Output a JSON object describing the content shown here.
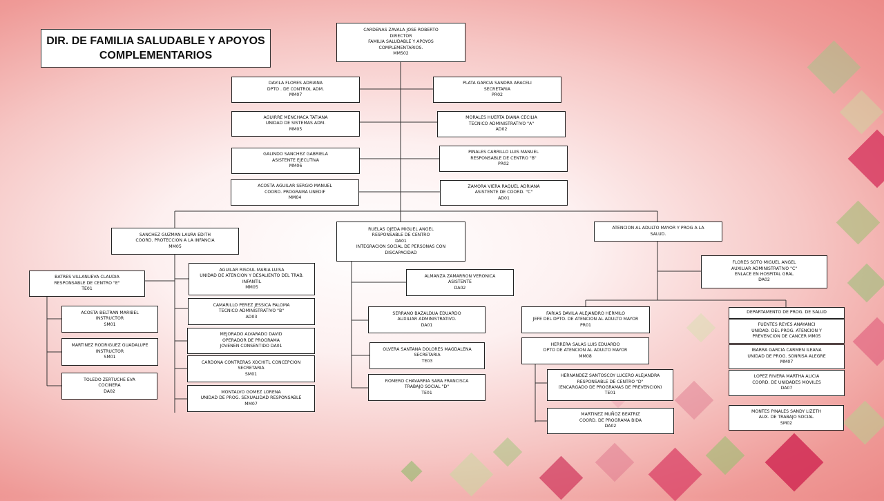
{
  "title": {
    "line1": "DIR. DE FAMILIA SALUDABLE Y APOYOS",
    "line2": "COMPLEMENTARIOS"
  },
  "nodes": {
    "director": [
      "CARDENAS ZAVALA JOSE ROBERTO",
      "DIRECTOR",
      "FAMILIA SALUDABLE Y APOYOS",
      "COMPLEMENTARIOS.",
      "MMS02"
    ],
    "davila": [
      "DAVILA FLORES ADRIANA",
      "DPTO . DE CONTROL ADM.",
      "MM07"
    ],
    "plata": [
      "PLATA GARCIA SANDRA ARACELI",
      "SECRETARIA",
      "PR02"
    ],
    "aguirre": [
      "AGUIRRE MENCHACA TATIANA",
      "UNIDAD DE SISTEMAS ADM.",
      "MM05"
    ],
    "morales": [
      "MORALES HUERTA DIANA CECILIA",
      "TECNICO ADMINISTRATIVO \"A\"",
      "AD02"
    ],
    "galindo": [
      "GALINDO SANCHEZ GABRIELA",
      "ASISTENTE EJECUTIVA",
      "MM06"
    ],
    "pinales": [
      "PINALES CARRILLO LUIS MANUEL",
      "RESPONSABLE DE CENTRO \"B\"",
      "PR02"
    ],
    "acosta_aguilar": [
      "ACOSTA AGUILAR SERGIO MANUEL",
      "COORD. PROGRAMA UNEDIF",
      "MM04"
    ],
    "zamora": [
      "ZAMORA VIERA RAQUEL ADRIANA",
      "ASISTENTE DE COORD. \"C\"",
      "AD01"
    ],
    "sanchez": [
      "SANCHEZ GUZMAN LAURA EDITH",
      "COORD. PROTECCION A LA INFANCIA",
      "MM05"
    ],
    "ruelas": [
      "RUELAS OJEDA MIGUEL ANGEL",
      "RESPONSABLE DE CENTRO",
      "DA01",
      "INTEGRACION SOCIAL DE PERSONAS CON",
      "DISCAPACIDAD"
    ],
    "atencion": [
      "ATENCION AL ADULTO MAYOR Y PROG    A LA",
      "SALUD."
    ],
    "batres": [
      "BATRES VILLANUEVA CLAUDIA",
      "RESPONSABLE DE CENTRO \"E\"",
      "TE01"
    ],
    "acosta_beltran": [
      "ACOSTA BELTRAN MARIBEL",
      "INSTRUCTOR",
      "SM01"
    ],
    "martinez_rodriguez": [
      "MARTINEZ RODRIGUEZ GUADALUPE",
      "INSTRUCTOR",
      "SM01"
    ],
    "toledo": [
      "TOLEDO ZERTUCHE EVA",
      "COCINERA",
      "DA02"
    ],
    "aguilar": [
      "AGUILAR RISOUL MARIA LUISA",
      "UNIDAD DE ATENCION Y DESALIENTO DEL TRAB.",
      "INFANTIL",
      "MM05"
    ],
    "camarillo": [
      "CAMARILLO PEREZ JESSICA PALOMA",
      "TECNICO ADMINISTRATIVO \"B\"",
      "AD03"
    ],
    "mejorado": [
      "MEJORADO ALVARADO DAVID",
      "OPERADOR DE PROGRAMA",
      "JOVENEN CONSENTIDO DA01"
    ],
    "cardona": [
      "CARDONA CONTRERAS XOCHITL CONCEPCION",
      "SECRETARIA",
      "SM01"
    ],
    "montalvo": [
      "MONTALVO GOMEZ LORENA",
      "UNIDAD DE PROG. SEXUALIDAD RESPONSABLE",
      "MM07"
    ],
    "almanza": [
      "ALMANZA ZAMARRON VERONICA",
      "ASISTENTE",
      "DA02"
    ],
    "serrano": [
      "SERRANO BAZALDUA EDUARDO",
      "AUXILIAR ADMINISTRATIVO.",
      "DA01"
    ],
    "olvera": [
      "OLVERA SANTANA DOLORES MAGDALENA",
      "SECRETARIA",
      "TE03"
    ],
    "romero": [
      "ROMERO CHAVARRIA SARA FRANCISCA",
      "TRABAJO SOCIAL \"D\"",
      "TE01"
    ],
    "flores": [
      "FLORES SOTO MIGUEL ANGEL",
      "AUXILIAR ADMINISTRATIVO \"C\"",
      "ENLACE EN HOSPITAL GRAL",
      "DA02"
    ],
    "farias": [
      "FARIAS DAVILA ALEJANDRO HERMILO",
      "JEFE DEL DPTO. DE ATENCION AL ADULTO MAYOR",
      "PR01"
    ],
    "herrera": [
      "HERRERA SALAS LUIS EDUARDO",
      "DPTO DE ATENCION AL ADULTO MAYOR",
      "MM08"
    ],
    "hernandez": [
      "HERNANDEZ SANTOSCOY LUCERO ALEJANDRA",
      "RESPONSABLE DE CENTRO \"D\"",
      "(ENCARGADO DE PROGRAMAS DE PREVENCION)",
      "TE01"
    ],
    "martinez_munoz": [
      "MARTINEZ MUÑOZ BEATRIZ",
      "COORD. DE PROGRAMA BIDA",
      "DA02"
    ],
    "depto_salud": [
      "DEPARTAMENTO DE PROG. DE SALUD"
    ],
    "fuentes": [
      "FUENTES REYES ANAYANCI",
      "UNIDAD. DEL PROG. ATENCION Y",
      "PREVENCION DE CANCER MM05"
    ],
    "ibarra": [
      "IBARRA GARCIA CARMEN ILEANA",
      "UNIDAD DE PROG. SONRISA ALEGRE",
      "MM07"
    ],
    "lopez": [
      "LOPEZ RIVERA MARTHA ALICIA",
      "COORD. DE UNIDADES MOVILES",
      "DA07"
    ],
    "montes": [
      "MONTES PINALES SANDY LIZETH",
      "AUX. DE TRABAJO SOCIAL",
      "SM02"
    ]
  }
}
